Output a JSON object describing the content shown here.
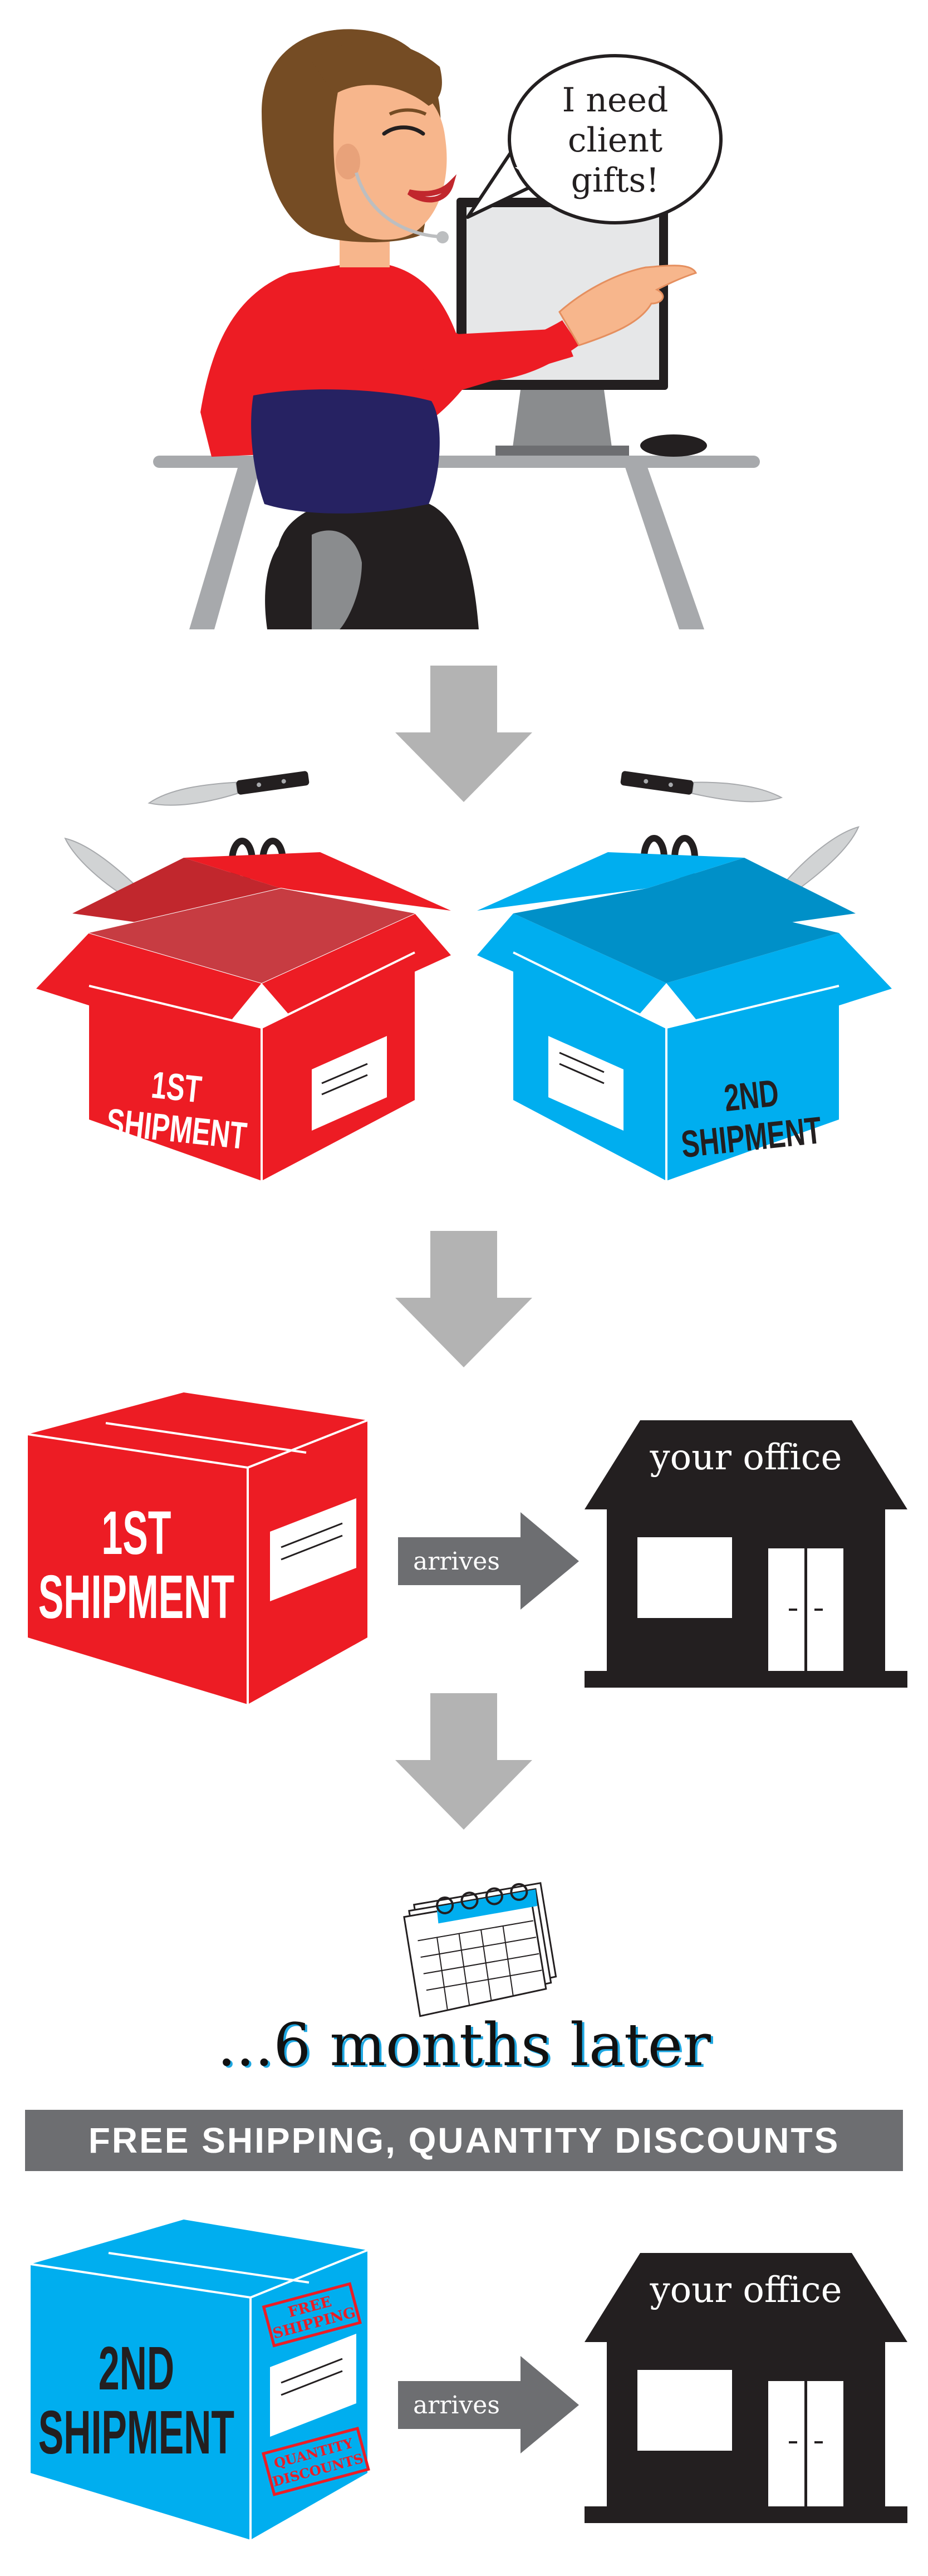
{
  "speech_bubble": {
    "line1": "I need",
    "line2": "client",
    "line3": "gifts!"
  },
  "boxes": {
    "first_line1": "1ST",
    "first_line2": "SHIPMENT",
    "second_line1": "2ND",
    "second_line2": "SHIPMENT"
  },
  "office_label": "your office",
  "arrives_label": "arrives",
  "later_text": "...6 months later",
  "banner_text": "FREE SHIPPING, QUANTITY DISCOUNTS",
  "stamps": {
    "free_line1": "FREE",
    "free_line2": "SHIPPING",
    "qty_line1": "QUANTITY",
    "qty_line2": "DISCOUNTS"
  },
  "colors": {
    "red": "#ed1c24",
    "blue": "#00aeef",
    "gray": "#b3b3b3",
    "dark_gray": "#6d6e71",
    "black": "#231f20",
    "navy": "#262262"
  }
}
